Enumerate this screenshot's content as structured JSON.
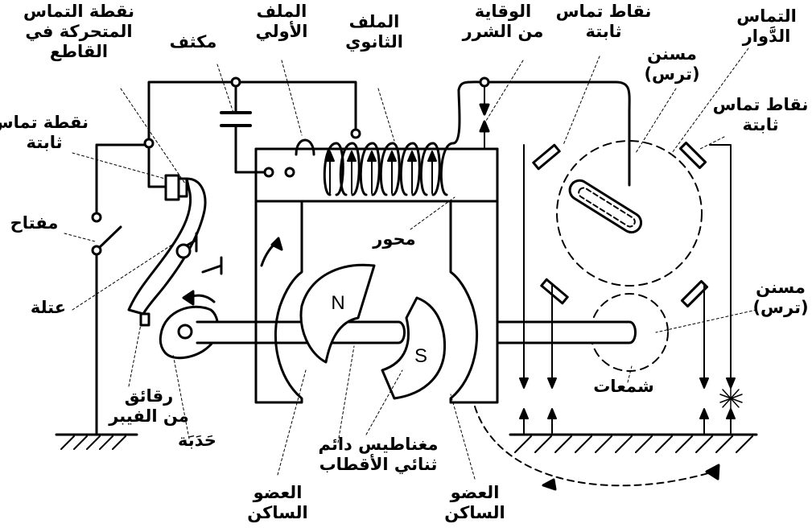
{
  "labels": {
    "moving_contact": [
      "نقطة التماس",
      "المتحركة في",
      "القاطع"
    ],
    "capacitor": "مكثف",
    "primary_coil": [
      "الملف",
      "الأولي"
    ],
    "secondary_coil": [
      "الملف",
      "الثانوي"
    ],
    "spark_gap": [
      "الوقاية",
      "من الشرر"
    ],
    "fixed_contacts_top": [
      "نقاط تماس",
      "ثابتة"
    ],
    "rotor_contact": [
      "التماس",
      "الدَّوار"
    ],
    "gear_top": [
      "مسنن",
      "(ترس)"
    ],
    "fixed_contacts_right": [
      "نقاط تماس",
      "ثابتة"
    ],
    "fixed_contact_point": [
      "نقطة تماس",
      "ثابتة"
    ],
    "switch": "مفتاح",
    "axle": "محور",
    "lever": "عتلة",
    "gear_bottom": [
      "مسنن",
      "(ترس)"
    ],
    "spark_plugs": "شمعات",
    "fiber_rubbing_block": [
      "رقائق",
      "من الفيبر"
    ],
    "cam": "حَدَبَة",
    "permanent_magnet": [
      "مغناطيس دائم",
      "ثنائي الأقطاب"
    ],
    "stator_left": [
      "العضو",
      "الساكن"
    ],
    "stator_right": [
      "العضو",
      "الساكن"
    ],
    "pole_n": "N",
    "pole_s": "S"
  }
}
